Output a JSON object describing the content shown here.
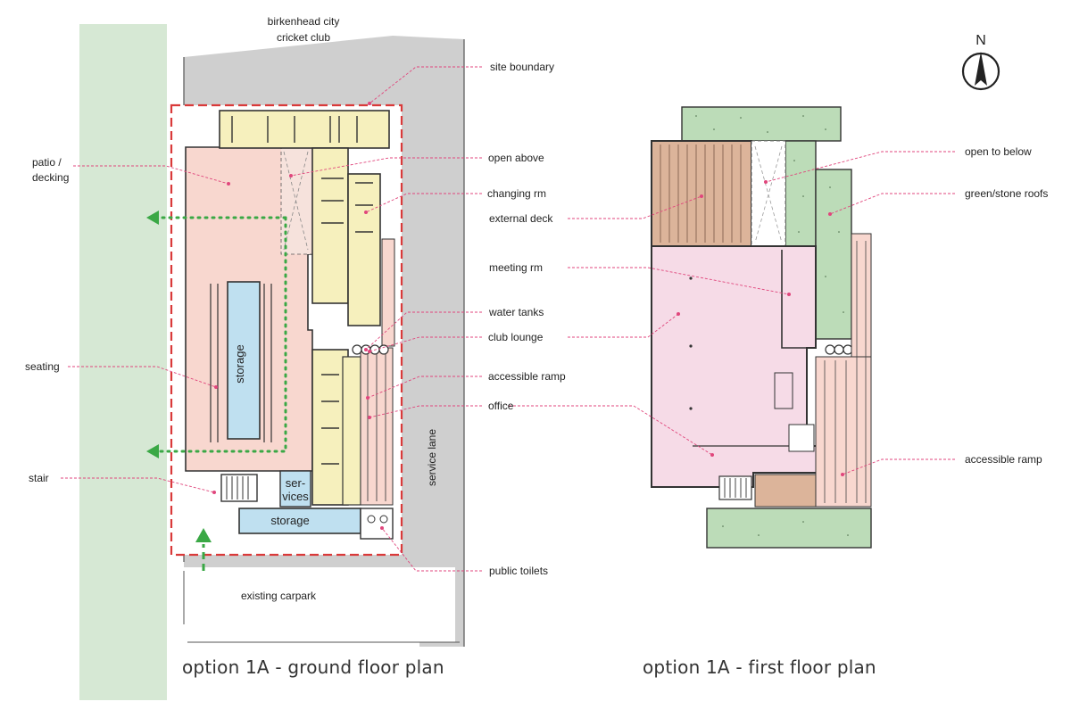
{
  "titles": {
    "ground": "option 1A - ground floor plan",
    "first": "option 1A - first floor plan"
  },
  "site": {
    "club": "birkenhead city\ncricket club",
    "carpark": "existing carpark",
    "service_lane": "service lane"
  },
  "rooms": {
    "storage_vertical": "storage",
    "storage_horizontal": "storage",
    "services": "ser-\nvices"
  },
  "north": "N",
  "ground_labels": {
    "patio": "patio /\ndecking",
    "seating": "seating",
    "stair": "stair",
    "site_boundary": "site boundary",
    "open_above": "open above",
    "changing_rm": "changing rm",
    "water_tanks": "water tanks",
    "club_lounge": "club lounge",
    "accessible_ramp": "accessible ramp",
    "office": "office",
    "public_toilets": "public toilets"
  },
  "first_labels": {
    "external_deck": "external deck",
    "meeting_rm": "meeting rm",
    "open_to_below": "open to below",
    "green_stone_roofs": "green/stone roofs",
    "accessible_ramp": "accessible ramp"
  },
  "colors": {
    "green_strip": "#d6e8d4",
    "street_grey": "#cfcfcf",
    "pink_area": "#f8d7cf",
    "yellow_area": "#f6f0bd",
    "blue_area": "#bfe0f0",
    "lilac_area": "#f6dbe7",
    "green_roof": "#bcdcb8",
    "deck_brown": "#dcb49a",
    "leader": "#e0467c",
    "boundary": "#d93a3a",
    "arrow_green": "#3aa845"
  }
}
